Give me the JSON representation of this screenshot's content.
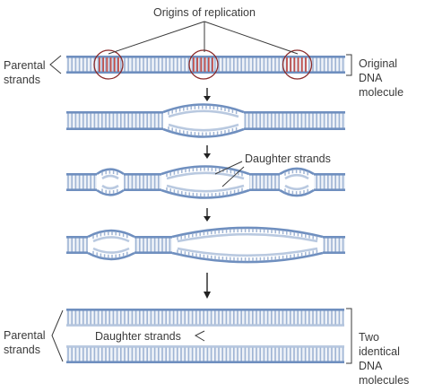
{
  "labels": {
    "origins_of_replication": "Origins of replication",
    "parental_strands_top": [
      "Parental",
      "strands"
    ],
    "original_dna_molecule": [
      "Original",
      "DNA",
      "molecule"
    ],
    "daughter_strands_mid": "Daughter strands",
    "parental_strands_bottom": [
      "Parental",
      "strands"
    ],
    "daughter_strands_bottom": "Daughter strands",
    "two_identical_dna_molecules": [
      "Two",
      "identical",
      "DNA",
      "molecules"
    ]
  },
  "colors": {
    "backbone": "#6f8fbf",
    "backbone_light": "#b9c9e0",
    "rung": "#9fb4d4",
    "origin_rung": "#c0504d",
    "origin_circle": "#8a2a2a",
    "text": "#3a3a3a",
    "arrow": "#222222"
  }
}
